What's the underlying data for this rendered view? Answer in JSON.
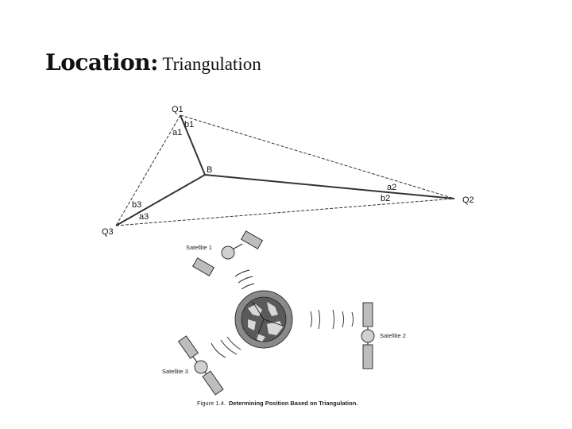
{
  "slide": {
    "title_bold": "Location:",
    "title_rest": " Triangulation"
  },
  "triangle": {
    "labels": {
      "q1": "Q1",
      "q2": "Q2",
      "q3": "Q3",
      "b": "B",
      "a1": "a1",
      "b1": "b1",
      "a2": "a2",
      "b2": "b2",
      "a3": "a3",
      "b3": "b3"
    }
  },
  "satellites": {
    "labels": {
      "s1": "Satellite 1",
      "s2": "Satellite 2",
      "s3": "Satellite 3"
    }
  },
  "figure": {
    "caption_prefix": "Figure 1.4.",
    "caption_text": "Determining Position Based on Triangulation."
  },
  "colors": {
    "line": "#333333",
    "earth_ring": "#8a8a8a",
    "earth_body": "#5a5a5a",
    "land": "#d8d8d8"
  }
}
